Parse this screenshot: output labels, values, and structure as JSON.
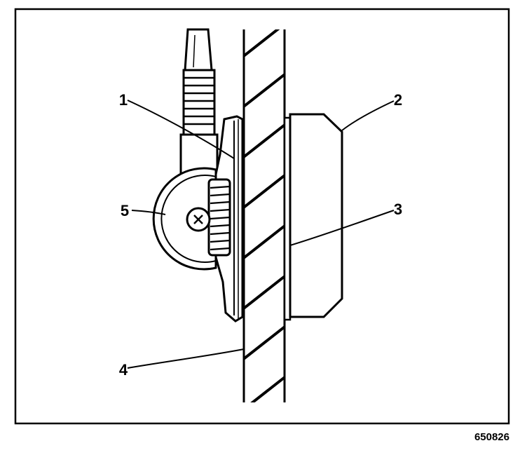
{
  "callouts": [
    "1",
    "2",
    "3",
    "4",
    "5"
  ],
  "figure_id": "650826",
  "colors": {
    "ink": "#000000",
    "paper": "#ffffff"
  }
}
